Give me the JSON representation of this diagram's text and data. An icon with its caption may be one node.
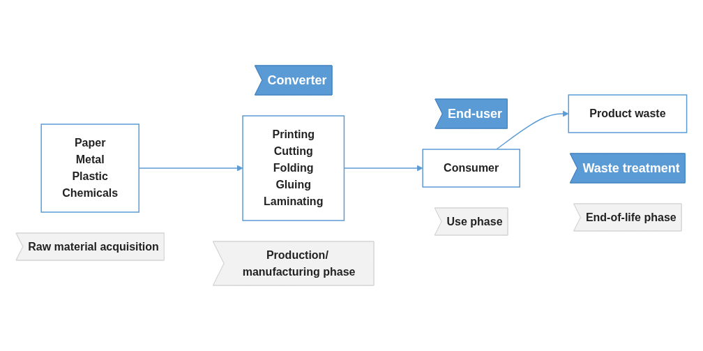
{
  "diagram": {
    "nodes": [
      {
        "text": [
          "Converter"
        ]
      },
      {
        "text": [
          "End-user"
        ]
      },
      {
        "text": [
          "Waste treatment"
        ]
      },
      {
        "text": [
          "Paper",
          "Metal",
          "Plastic",
          "Chemicals"
        ]
      },
      {
        "text": [
          "Printing",
          "Cutting",
          "Folding",
          "Gluing",
          "Laminating"
        ]
      },
      {
        "text": [
          "Consumer"
        ]
      },
      {
        "text": [
          "Product waste"
        ]
      },
      {
        "text": [
          "Raw material acquisition"
        ]
      },
      {
        "text": [
          "Production/ manufacturing phase"
        ]
      },
      {
        "text": [
          "Use phase"
        ]
      },
      {
        "text": [
          "End-of-life phase"
        ]
      }
    ],
    "edges": [
      {
        "from": 3,
        "to": 4,
        "arrow": "to"
      },
      {
        "from": 4,
        "to": 5,
        "arrow": "to"
      },
      {
        "from": 5,
        "to": 6,
        "arrow": "to"
      }
    ]
  }
}
